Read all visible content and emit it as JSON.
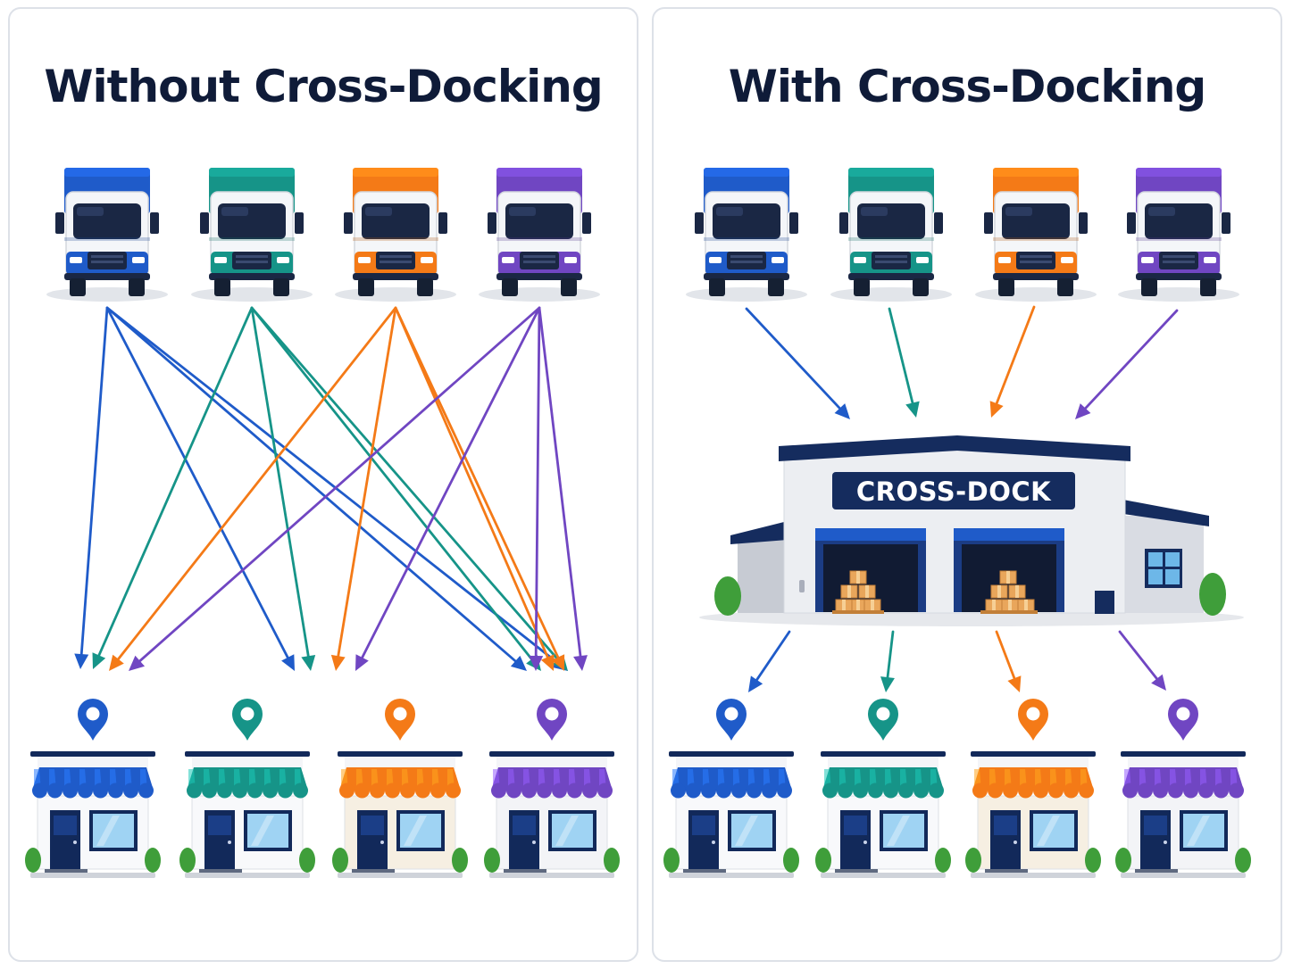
{
  "panels": {
    "left": {
      "title": "Without Cross-Docking"
    },
    "right": {
      "title": "With Cross-Docking"
    }
  },
  "hub": {
    "label": "CROSS-DOCK"
  },
  "colors": {
    "blue": "#1f5bc9",
    "teal": "#169488",
    "orange": "#f47a17",
    "purple": "#7046c2",
    "navy": "#12295a",
    "title": "#0f1b38"
  },
  "fleet": [
    {
      "name": "blue",
      "color": "#1f5bc9"
    },
    {
      "name": "teal",
      "color": "#169488"
    },
    {
      "name": "orange",
      "color": "#f47a17"
    },
    {
      "name": "purple",
      "color": "#7046c2"
    }
  ],
  "icons": [
    "delivery-truck-icon",
    "storefront-icon",
    "location-pin-icon",
    "warehouse-icon",
    "cardboard-box-icon",
    "shrub-icon"
  ]
}
